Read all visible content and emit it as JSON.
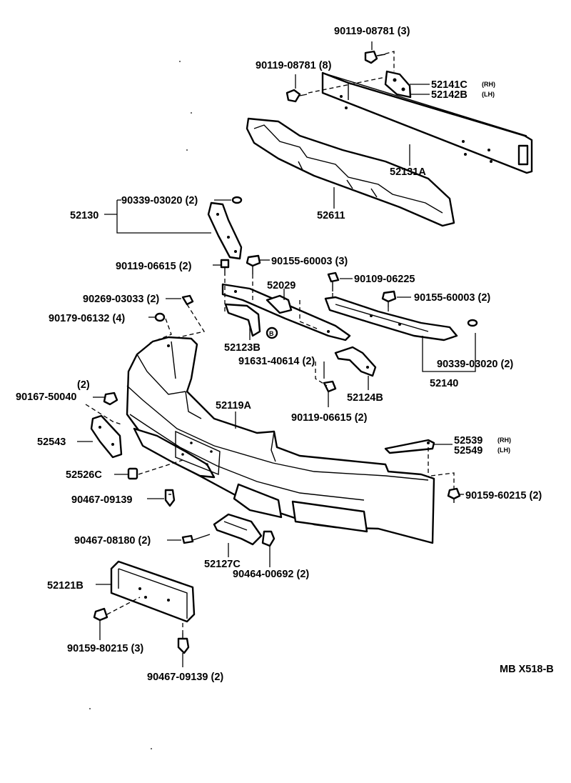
{
  "diagram_code": "MB X518-B",
  "labels": {
    "p_90119_08781_3": "90119-08781 (3)",
    "p_90119_08781_8": "90119-08781 (8)",
    "p_52141c": "52141C",
    "p_52141c_side": "(RH)",
    "p_52142b": "52142B",
    "p_52142b_side": "(LH)",
    "p_52131a": "52131A",
    "p_52611": "52611",
    "p_52130": "52130",
    "p_90339_03020_2_top": "90339-03020 (2)",
    "p_90119_06615_2_left": "90119-06615 (2)",
    "p_90155_60003_3": "90155-60003 (3)",
    "p_90109_06225": "90109-06225",
    "p_90155_60003_2": "90155-60003 (2)",
    "p_52029": "52029",
    "p_90269_03033_2": "90269-03033 (2)",
    "p_90179_06132_4": "90179-06132 (4)",
    "p_52123b": "52123B",
    "p_91631_40614_2": "91631-40614 (2)",
    "p_90339_03020_2_right": "90339-03020 (2)",
    "p_52140": "52140",
    "p_90167_qty": "(2)",
    "p_90167_50040": "90167-50040",
    "p_52124b": "52124B",
    "p_52119a": "52119A",
    "p_90119_06615_2_bottom": "90119-06615 (2)",
    "p_52543": "52543",
    "p_52539": "52539",
    "p_52539_side": "(RH)",
    "p_52549": "52549",
    "p_52549_side": "(LH)",
    "p_52526c": "52526C",
    "p_90159_60215_2": "90159-60215 (2)",
    "p_90467_09139": "90467-09139",
    "p_90467_08180_2": "90467-08180 (2)",
    "p_52127c": "52127C",
    "p_90464_00692_2": "90464-00692 (2)",
    "p_52121b": "52121B",
    "p_90159_80215_3": "90159-80215 (3)",
    "p_90467_09139_2": "90467-09139 (2)"
  }
}
